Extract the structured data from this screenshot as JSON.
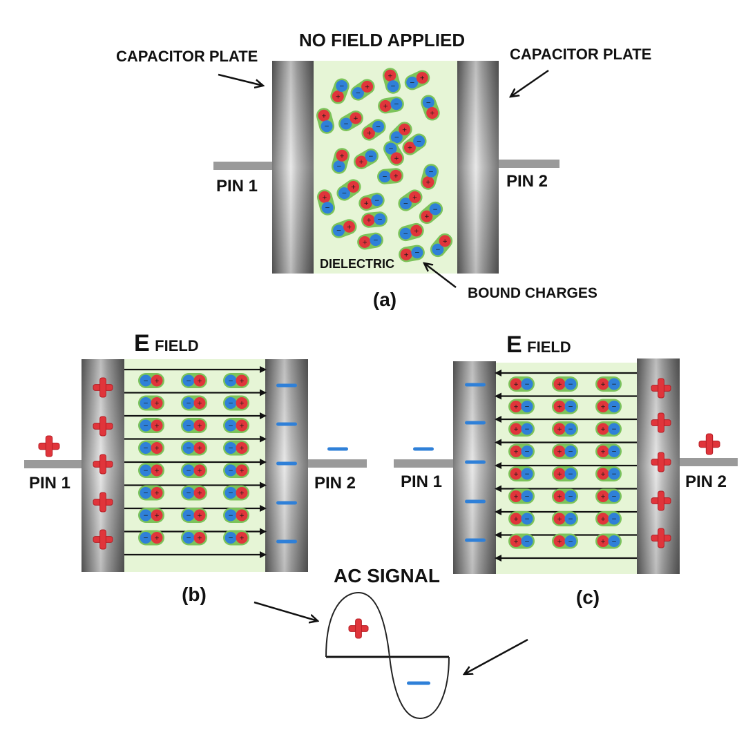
{
  "title_top": "NO FIELD APPLIED",
  "plate_label_left": "CAPACITOR PLATE",
  "plate_label_right": "CAPACITOR PLATE",
  "pin1": "PIN 1",
  "pin2": "PIN 2",
  "dielectric": "DIELECTRIC",
  "bound_charges": "BOUND CHARGES",
  "panel_a": "(a)",
  "panel_b": "(b)",
  "panel_c": "(c)",
  "efield_big": "E",
  "efield_small": "FIELD",
  "ac_signal": "AC SIGNAL",
  "plus_symbol": "+",
  "minus_symbol": "−",
  "colors": {
    "dielectric": "#e6f5d6",
    "halo": "#7cc35a",
    "negative": "#2f80d8",
    "positive": "#e0353b",
    "plate": "#8a8a8a",
    "pin": "#9a9a9a"
  }
}
